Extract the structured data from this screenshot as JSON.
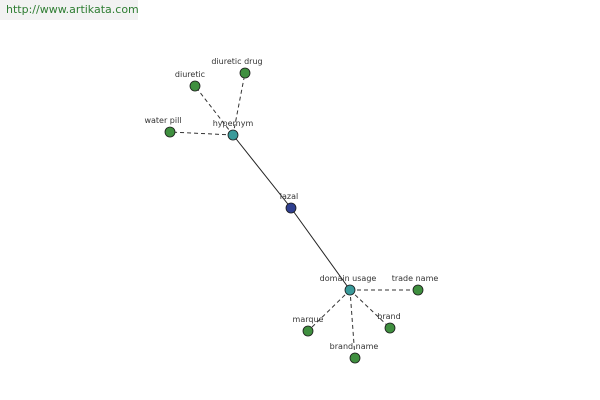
{
  "watermark": {
    "text": "http://www.artikata.com"
  },
  "graph": {
    "colors": {
      "center": "#2f3f8f",
      "relation": "#3a9a9a",
      "leaf": "#3f8f3f",
      "edge": "#222222",
      "leafEdge": "#333333"
    },
    "nodes": [
      {
        "id": "center",
        "label": "lazal",
        "type": "center"
      },
      {
        "id": "hypernym",
        "label": "hypernym",
        "type": "relation"
      },
      {
        "id": "domain-usage",
        "label": "domain usage",
        "type": "relation"
      },
      {
        "id": "diuretic",
        "label": "diuretic",
        "type": "leaf"
      },
      {
        "id": "diuretic-drug",
        "label": "diuretic drug",
        "type": "leaf"
      },
      {
        "id": "water-pill",
        "label": "water pill",
        "type": "leaf"
      },
      {
        "id": "trade-name",
        "label": "trade name",
        "type": "leaf"
      },
      {
        "id": "marque",
        "label": "marque",
        "type": "leaf"
      },
      {
        "id": "brand",
        "label": "brand",
        "type": "leaf"
      },
      {
        "id": "brand-name",
        "label": "brand name",
        "type": "leaf"
      }
    ],
    "edges": [
      {
        "from": "center",
        "to": "hypernym",
        "style": "solid"
      },
      {
        "from": "center",
        "to": "domain-usage",
        "style": "solid"
      },
      {
        "from": "hypernym",
        "to": "diuretic",
        "style": "dashed"
      },
      {
        "from": "hypernym",
        "to": "diuretic-drug",
        "style": "dashed"
      },
      {
        "from": "hypernym",
        "to": "water-pill",
        "style": "dashed"
      },
      {
        "from": "domain-usage",
        "to": "trade-name",
        "style": "dashed"
      },
      {
        "from": "domain-usage",
        "to": "marque",
        "style": "dashed"
      },
      {
        "from": "domain-usage",
        "to": "brand",
        "style": "dashed"
      },
      {
        "from": "domain-usage",
        "to": "brand-name",
        "style": "dashed"
      }
    ]
  }
}
